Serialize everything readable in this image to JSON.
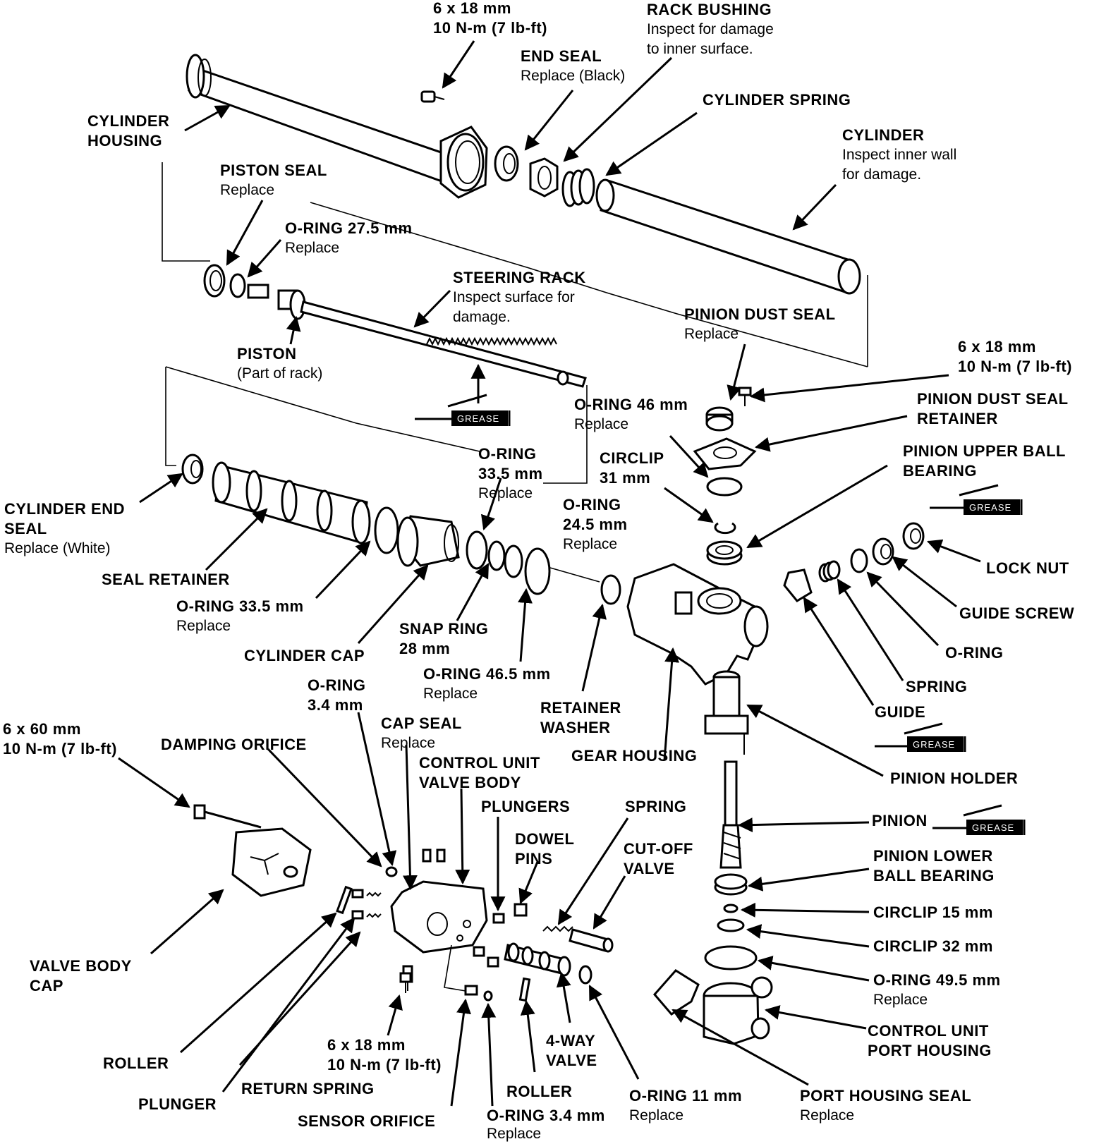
{
  "grease_tag": "GREASE",
  "labels": {
    "bolt_top": {
      "title": "6 x 18 mm",
      "note": "10 N-m (7 lb-ft)"
    },
    "rack_bushing": {
      "title": "RACK BUSHING",
      "note": "Inspect for damage\nto inner surface."
    },
    "end_seal": {
      "title": "END SEAL",
      "note": "Replace (Black)"
    },
    "cylinder_spring": {
      "title": "CYLINDER SPRING",
      "note": ""
    },
    "cylinder_housing": {
      "title": "CYLINDER\nHOUSING",
      "note": ""
    },
    "cylinder": {
      "title": "CYLINDER",
      "note": "Inspect inner wall\nfor damage."
    },
    "piston_seal": {
      "title": "PISTON SEAL",
      "note": "Replace"
    },
    "o_ring_27_5": {
      "title": "O-RING 27.5 mm",
      "note": "Replace"
    },
    "steering_rack": {
      "title": "STEERING RACK",
      "note": "Inspect surface for\ndamage."
    },
    "pinion_dust_seal": {
      "title": "PINION DUST SEAL",
      "note": "Replace"
    },
    "piston": {
      "title": "PISTON",
      "note": "(Part of rack)"
    },
    "bolt_right": {
      "title": "6 x 18 mm",
      "note": "10 N-m (7 lb-ft)"
    },
    "o_ring_46": {
      "title": "O-RING 46 mm",
      "note": "Replace"
    },
    "pinion_dust_seal_retainer": {
      "title": "PINION DUST SEAL\nRETAINER",
      "note": ""
    },
    "o_ring_33_5_upper": {
      "title": "O-RING\n33.5 mm",
      "note": "Replace"
    },
    "circlip_31": {
      "title": "CIRCLIP\n31 mm",
      "note": ""
    },
    "pinion_upper_ball_bearing": {
      "title": "PINION UPPER BALL\nBEARING",
      "note": ""
    },
    "cylinder_end_seal": {
      "title": "CYLINDER END\nSEAL",
      "note": "Replace (White)"
    },
    "o_ring_24_5": {
      "title": "O-RING\n24.5 mm",
      "note": "Replace"
    },
    "lock_nut": {
      "title": "LOCK NUT",
      "note": ""
    },
    "seal_retainer": {
      "title": "SEAL RETAINER",
      "note": ""
    },
    "guide_screw": {
      "title": "GUIDE SCREW",
      "note": ""
    },
    "o_ring_33_5_lower": {
      "title": "O-RING 33.5 mm",
      "note": "Replace"
    },
    "snap_ring_28": {
      "title": "SNAP RING\n28 mm",
      "note": ""
    },
    "o_ring_guide": {
      "title": "O-RING",
      "note": ""
    },
    "cylinder_cap": {
      "title": "CYLINDER CAP",
      "note": ""
    },
    "o_ring_46_5": {
      "title": "O-RING 46.5 mm",
      "note": "Replace"
    },
    "spring_guide": {
      "title": "SPRING",
      "note": ""
    },
    "retainer_washer": {
      "title": "RETAINER\nWASHER",
      "note": ""
    },
    "guide": {
      "title": "GUIDE",
      "note": ""
    },
    "o_ring_3_4_upper": {
      "title": "O-RING\n3.4 mm",
      "note": ""
    },
    "cap_seal": {
      "title": "CAP SEAL",
      "note": "Replace"
    },
    "bolt_60": {
      "title": "6 x 60 mm",
      "note": "10 N-m (7 lb-ft)"
    },
    "damping_orifice": {
      "title": "DAMPING ORIFICE",
      "note": ""
    },
    "control_unit_valve_body": {
      "title": "CONTROL UNIT\nVALVE BODY",
      "note": ""
    },
    "gear_housing": {
      "title": "GEAR HOUSING",
      "note": ""
    },
    "pinion_holder": {
      "title": "PINION HOLDER",
      "note": ""
    },
    "plungers": {
      "title": "PLUNGERS",
      "note": ""
    },
    "spring_valve": {
      "title": "SPRING",
      "note": ""
    },
    "dowel_pins": {
      "title": "DOWEL\nPINS",
      "note": ""
    },
    "pinion": {
      "title": "PINION",
      "note": ""
    },
    "cut_off_valve": {
      "title": "CUT-OFF\nVALVE",
      "note": ""
    },
    "pinion_lower_ball_bearing": {
      "title": "PINION LOWER\nBALL BEARING",
      "note": ""
    },
    "circlip_15": {
      "title": "CIRCLIP 15 mm",
      "note": ""
    },
    "circlip_32": {
      "title": "CIRCLIP 32 mm",
      "note": ""
    },
    "valve_body_cap": {
      "title": "VALVE BODY\nCAP",
      "note": ""
    },
    "o_ring_49_5": {
      "title": "O-RING 49.5 mm",
      "note": "Replace"
    },
    "control_unit_port_housing": {
      "title": "CONTROL UNIT\nPORT HOUSING",
      "note": ""
    },
    "bolt_bottom": {
      "title": "6 x 18 mm",
      "note": "10 N-m (7 lb-ft)"
    },
    "four_way_valve": {
      "title": "4-WAY\nVALVE",
      "note": ""
    },
    "roller_left": {
      "title": "ROLLER",
      "note": ""
    },
    "plunger": {
      "title": "PLUNGER",
      "note": ""
    },
    "return_spring": {
      "title": "RETURN SPRING",
      "note": ""
    },
    "roller_mid": {
      "title": "ROLLER",
      "note": ""
    },
    "o_ring_11": {
      "title": "O-RING 11 mm",
      "note": "Replace"
    },
    "port_housing_seal": {
      "title": "PORT HOUSING SEAL",
      "note": "Replace"
    },
    "sensor_orifice": {
      "title": "SENSOR ORIFICE",
      "note": ""
    },
    "o_ring_3_4_lower": {
      "title": "O-RING 3.4 mm",
      "note": "Replace"
    }
  }
}
